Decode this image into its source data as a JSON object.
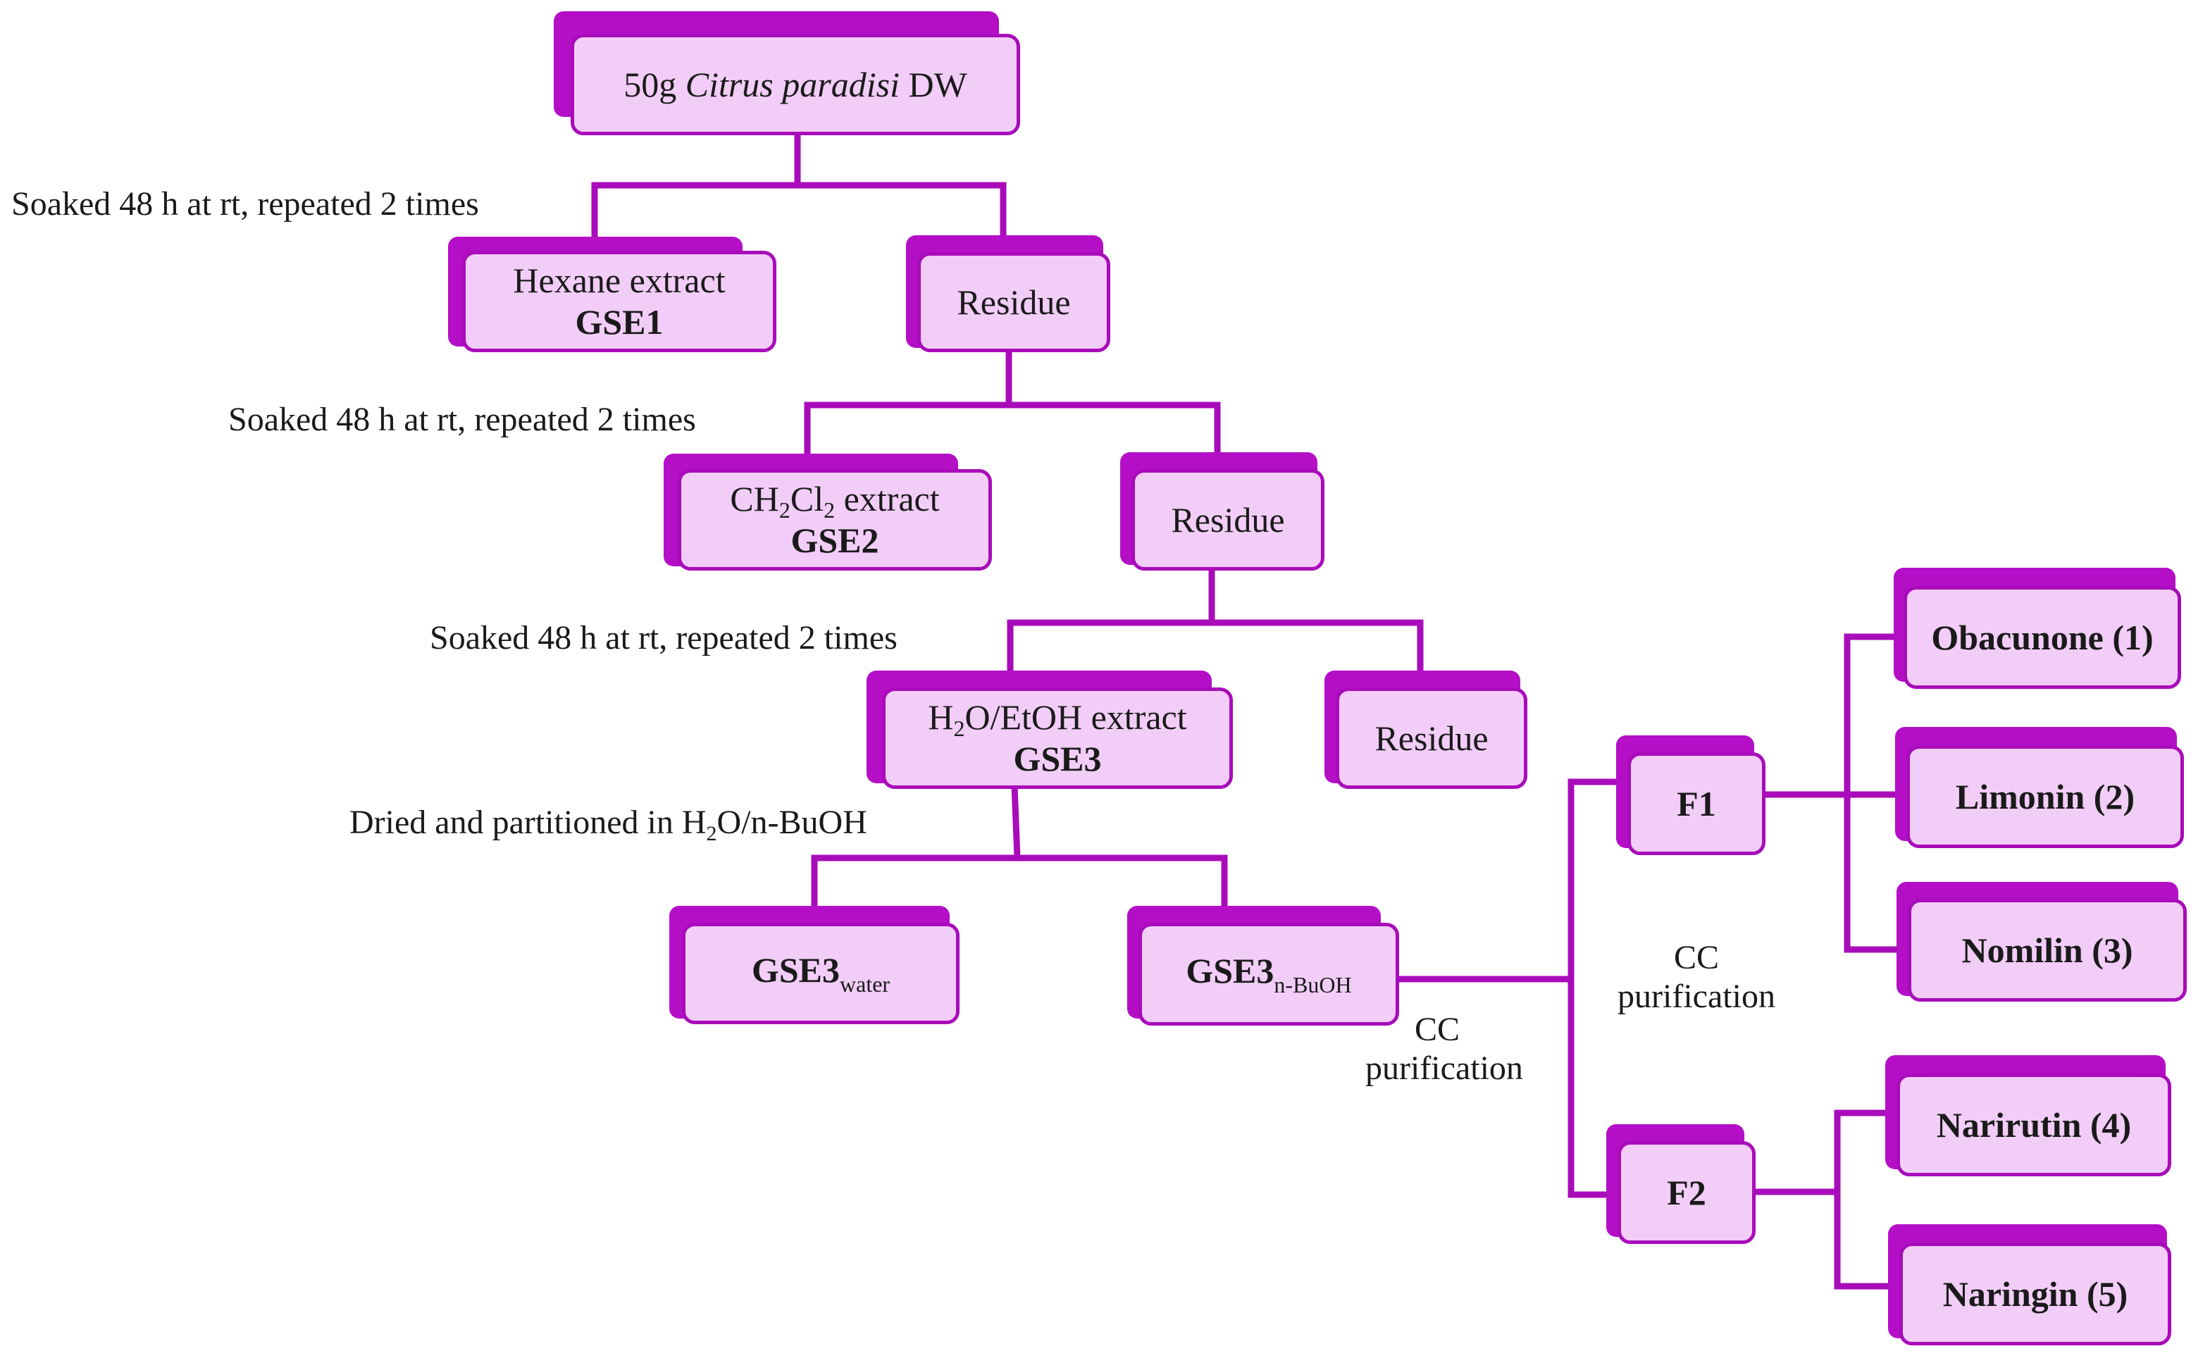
{
  "colors": {
    "box_fill": "#f2cdf7",
    "box_border": "#a80cba",
    "box_shadow": "#b40fc7",
    "connector": "#a80cba",
    "text": "#1a1a1a"
  },
  "nodes": {
    "start": {
      "amount": "50g",
      "species": "Citrus paradisi",
      "suffix": "DW"
    },
    "hexane": {
      "line1": "Hexane extract",
      "code": "GSE1"
    },
    "residue1": {
      "label": "Residue"
    },
    "ch2cl2": {
      "formula_ch": "CH",
      "formula_sub1": "2",
      "formula_cl": "Cl",
      "formula_sub2": "2",
      "suffix": "extract",
      "code": "GSE2"
    },
    "residue2": {
      "label": "Residue"
    },
    "h2o_etoh": {
      "formula_h": "H",
      "formula_sub": "2",
      "formula_rest": "O/EtOH extract",
      "code": "GSE3"
    },
    "residue3": {
      "label": "Residue"
    },
    "gse3_water": {
      "code": "GSE3",
      "sub": "water"
    },
    "gse3_buoh": {
      "code": "GSE3",
      "sub": "n-BuOH"
    },
    "f1": {
      "label": "F1"
    },
    "f2": {
      "label": "F2"
    },
    "obacunone": {
      "label": "Obacunone (1)"
    },
    "limonin": {
      "label": "Limonin (2)"
    },
    "nomilin": {
      "label": "Nomilin (3)"
    },
    "narirutin": {
      "label": "Narirutin (4)"
    },
    "naringin": {
      "label": "Naringin (5)"
    }
  },
  "steps": {
    "soak1": "Soaked 48 h at rt, repeated 2 times",
    "soak2": "Soaked 48 h at rt, repeated 2 times",
    "soak3": "Soaked 48 h at rt, repeated 2 times",
    "partition_prefix": "Dried and partitioned in H",
    "partition_sub": "2",
    "partition_suffix": "O/n-BuOH",
    "cc1_line1": "CC",
    "cc1_line2": "purification",
    "cc2_line1": "CC",
    "cc2_line2": "purification"
  }
}
